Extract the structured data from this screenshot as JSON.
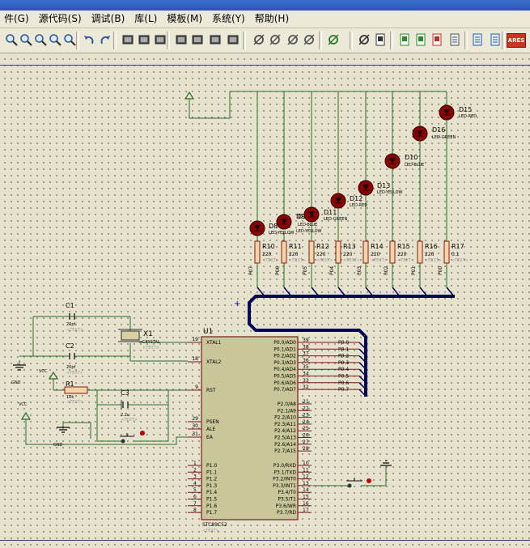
{
  "menu": [
    "件(G)",
    "源代码(S)",
    "调试(B)",
    "库(L)",
    "模板(M)",
    "系统(Y)",
    "帮助(H)"
  ],
  "toolbar_icons": [
    "zoom-all-icon",
    "zoom-in-icon",
    "zoom-out-icon",
    "zoom-area-icon",
    "zoom-fit-icon",
    "undo-icon",
    "redo-icon",
    "cut-icon",
    "copy-icon",
    "paste-icon",
    "block-copy-icon",
    "block-move-icon",
    "block-rotate-icon",
    "block-delete-icon",
    "pick-device-icon",
    "make-device-icon",
    "packaging-icon",
    "decompose-icon",
    "wire-autorouter-icon",
    "search-tag-icon",
    "property-assign-icon",
    "new-sheet-icon",
    "delete-sheet-icon",
    "goto-sheet-icon",
    "bill-of-materials-icon",
    "electrical-check-icon",
    "netlist-ares-icon"
  ],
  "toolbar_ares": "ARES",
  "chip": {
    "ref": "U1",
    "part": "STC89C52",
    "left_pins": [
      {
        "num": "19",
        "name": "XTAL1"
      },
      {
        "num": "18",
        "name": "XTAL2"
      },
      {
        "num": "9",
        "name": "RST"
      },
      {
        "num": "29",
        "name": "PSEN"
      },
      {
        "num": "30",
        "name": "ALE"
      },
      {
        "num": "31",
        "name": "EA"
      }
    ],
    "port1_pins": [
      {
        "num": "1",
        "name": "P1.0"
      },
      {
        "num": "2",
        "name": "P1.1"
      },
      {
        "num": "3",
        "name": "P1.2"
      },
      {
        "num": "4",
        "name": "P1.3"
      },
      {
        "num": "5",
        "name": "P1.4"
      },
      {
        "num": "6",
        "name": "P1.5"
      },
      {
        "num": "7",
        "name": "P1.6"
      },
      {
        "num": "8",
        "name": "P1.7"
      }
    ],
    "port0_pins": [
      {
        "num": "39",
        "name": "P0.0/AD0",
        "net": "P0.0"
      },
      {
        "num": "38",
        "name": "P0.1/AD1",
        "net": "P0.1"
      },
      {
        "num": "37",
        "name": "P0.2/AD2",
        "net": "P0.2"
      },
      {
        "num": "36",
        "name": "P0.3/AD3",
        "net": "P0.3"
      },
      {
        "num": "35",
        "name": "P0.4/AD4",
        "net": "P0.4"
      },
      {
        "num": "34",
        "name": "P0.5/AD5",
        "net": "P0.5"
      },
      {
        "num": "33",
        "name": "P0.6/AD6",
        "net": "P0.6"
      },
      {
        "num": "32",
        "name": "P0.7/AD7",
        "net": "P0.7"
      }
    ],
    "port2_pins": [
      {
        "num": "21",
        "name": "P2.0/A8"
      },
      {
        "num": "22",
        "name": "P2.1/A9"
      },
      {
        "num": "23",
        "name": "P2.2/A10"
      },
      {
        "num": "24",
        "name": "P2.3/A11"
      },
      {
        "num": "25",
        "name": "P2.4/A12"
      },
      {
        "num": "26",
        "name": "P2.5/A13"
      },
      {
        "num": "27",
        "name": "P2.6/A14"
      },
      {
        "num": "28",
        "name": "P2.7/A15"
      }
    ],
    "port3_pins": [
      {
        "num": "10",
        "name": "P3.0/RXD"
      },
      {
        "num": "11",
        "name": "P3.1/TXD"
      },
      {
        "num": "12",
        "name": "P3.2/INT0"
      },
      {
        "num": "13",
        "name": "P3.3/INT1"
      },
      {
        "num": "14",
        "name": "P3.4/T0"
      },
      {
        "num": "15",
        "name": "P3.5/T1"
      },
      {
        "num": "16",
        "name": "P3.6/WR"
      },
      {
        "num": "17",
        "name": "P3.7/RD"
      }
    ]
  },
  "resistors": [
    {
      "ref": "R10",
      "value": "220",
      "net": "P07"
    },
    {
      "ref": "R11",
      "value": "220",
      "net": "P06"
    },
    {
      "ref": "R12",
      "value": "220",
      "net": "P05"
    },
    {
      "ref": "R13",
      "value": "220",
      "net": "P04"
    },
    {
      "ref": "R14",
      "value": "220",
      "net": "P03"
    },
    {
      "ref": "R15",
      "value": "220",
      "net": "P02"
    },
    {
      "ref": "R16",
      "value": "220",
      "net": "P01"
    },
    {
      "ref": "R17",
      "value": "0.1",
      "net": "P00"
    }
  ],
  "leds": [
    {
      "ref": "D8",
      "type": "LED-YELLOW"
    },
    {
      "ref": "D9",
      "type": "LED-YELLOW"
    },
    {
      "ref": "D11",
      "type": "LED-BLUE"
    },
    {
      "ref": "D11",
      "type": "LED-GREEN"
    },
    {
      "ref": "D12",
      "type": "LED-RED"
    },
    {
      "ref": "D13",
      "type": "LED-YELLOW"
    },
    {
      "ref": "D10",
      "type": "LED-BLUE"
    },
    {
      "ref": "D16",
      "type": "LED-GREEN"
    },
    {
      "ref": "D15",
      "type": "LED-RED"
    }
  ],
  "text_placeholder": "<TEXT>",
  "crystal": {
    "ref": "X1",
    "type": "CRYSTAL"
  },
  "c1": {
    "ref": "C1",
    "value": "20pf"
  },
  "c2": {
    "ref": "C2",
    "value": "20pf"
  },
  "c3": {
    "ref": "C3",
    "value": "2.2u"
  },
  "r1": {
    "ref": "R1",
    "value": "10k"
  },
  "vcc_label": "VCC",
  "gnd_label": "GND"
}
